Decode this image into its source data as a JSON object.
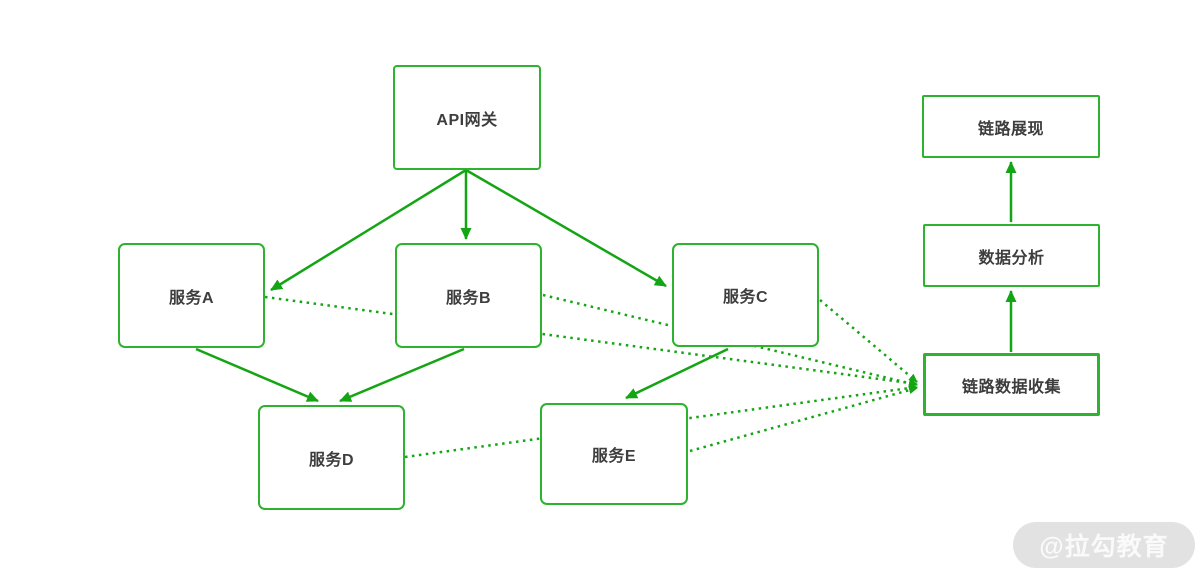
{
  "diagram": {
    "title_hint": "distributed-tracing-architecture",
    "colors": {
      "box_border": "#2db32d",
      "arrow": "#13a513",
      "text": "#3d3d3d",
      "watermark_bg": "#e2e2e2",
      "watermark_text": "#fafafa",
      "background": "#ffffff"
    },
    "nodes": {
      "api_gateway": "API网关",
      "service_a": "服务A",
      "service_b": "服务B",
      "service_c": "服务C",
      "service_d": "服务D",
      "service_e": "服务E",
      "trace_display": "链路展现",
      "data_analysis": "数据分析",
      "trace_collect": "链路数据收集"
    },
    "edges": [
      {
        "from": "API网关",
        "to": "服务A",
        "style": "solid"
      },
      {
        "from": "API网关",
        "to": "服务B",
        "style": "solid"
      },
      {
        "from": "API网关",
        "to": "服务C",
        "style": "solid"
      },
      {
        "from": "服务A",
        "to": "服务D",
        "style": "solid"
      },
      {
        "from": "服务B",
        "to": "服务D",
        "style": "solid"
      },
      {
        "from": "服务C",
        "to": "服务E",
        "style": "solid"
      },
      {
        "from": "服务A",
        "to": "链路数据收集",
        "style": "dotted"
      },
      {
        "from": "服务B",
        "to": "链路数据收集",
        "style": "dotted"
      },
      {
        "from": "服务C",
        "to": "链路数据收集",
        "style": "dotted"
      },
      {
        "from": "服务D",
        "to": "链路数据收集",
        "style": "dotted"
      },
      {
        "from": "服务E",
        "to": "链路数据收集",
        "style": "dotted"
      },
      {
        "from": "链路数据收集",
        "to": "数据分析",
        "style": "solid"
      },
      {
        "from": "数据分析",
        "to": "链路展现",
        "style": "solid"
      }
    ],
    "watermark": "@拉勾教育"
  }
}
